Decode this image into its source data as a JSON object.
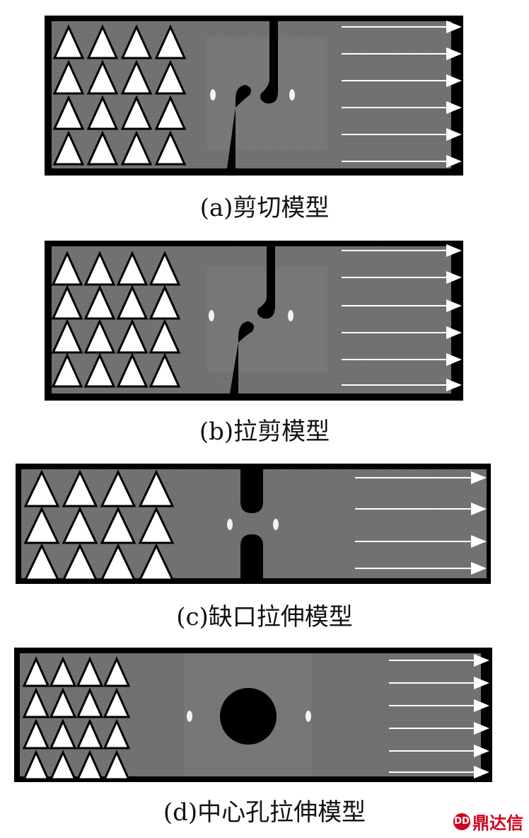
{
  "figure": {
    "captions": {
      "a": "(a)剪切模型",
      "b": "(b)拉剪模型",
      "c": "(c)缺口拉伸模型",
      "d": "(d)中心孔拉伸模型"
    },
    "panels": [
      {
        "id": "a",
        "triangle_rows": 4,
        "triangle_cols": 4,
        "arrow_count": 6,
        "notch": "shear"
      },
      {
        "id": "b",
        "triangle_rows": 4,
        "triangle_cols": 4,
        "arrow_count": 6,
        "notch": "tension-shear"
      },
      {
        "id": "c",
        "triangle_rows": 3,
        "triangle_cols": 4,
        "arrow_count": 4,
        "notch": "notched-tension"
      },
      {
        "id": "d",
        "triangle_rows": 4,
        "triangle_cols": 4,
        "arrow_count": 6,
        "notch": "center-hole"
      }
    ],
    "colors": {
      "frame": "#000000",
      "specimen": "#707070",
      "specimen_light": "#7c7c7c",
      "constraint_triangle": "#ffffff",
      "load_arrow": "#ffffff"
    }
  },
  "watermark": {
    "mark": "DD",
    "text": "鼎达信"
  }
}
